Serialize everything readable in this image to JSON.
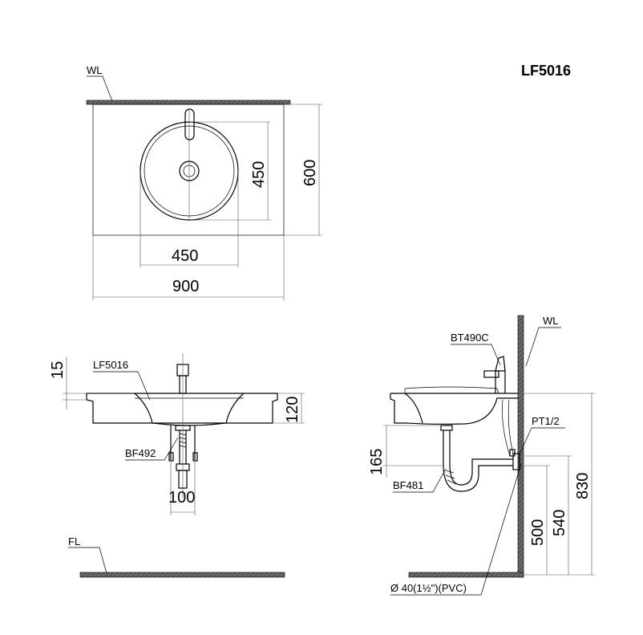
{
  "title": "LF5016",
  "top_view": {
    "wall_label": "WL",
    "dims": {
      "basin_width": "450",
      "total_width": "900",
      "basin_depth": "450",
      "total_depth": "600"
    }
  },
  "front_view": {
    "dims": {
      "top_thickness": "15",
      "height": "120",
      "drain_spacing": "100"
    },
    "labels": {
      "model": "LF5016",
      "waste": "BF492"
    },
    "floor_label": "FL"
  },
  "side_view": {
    "labels": {
      "faucet": "BT490C",
      "wall": "WL",
      "angle_valve": "PT1/2",
      "trap": "BF481",
      "pipe": "Ø  40(1½\")(PVC)"
    },
    "dims": {
      "bowl_depth": "165",
      "drain_height": "500",
      "valve_height": "540",
      "top_height": "830"
    }
  }
}
